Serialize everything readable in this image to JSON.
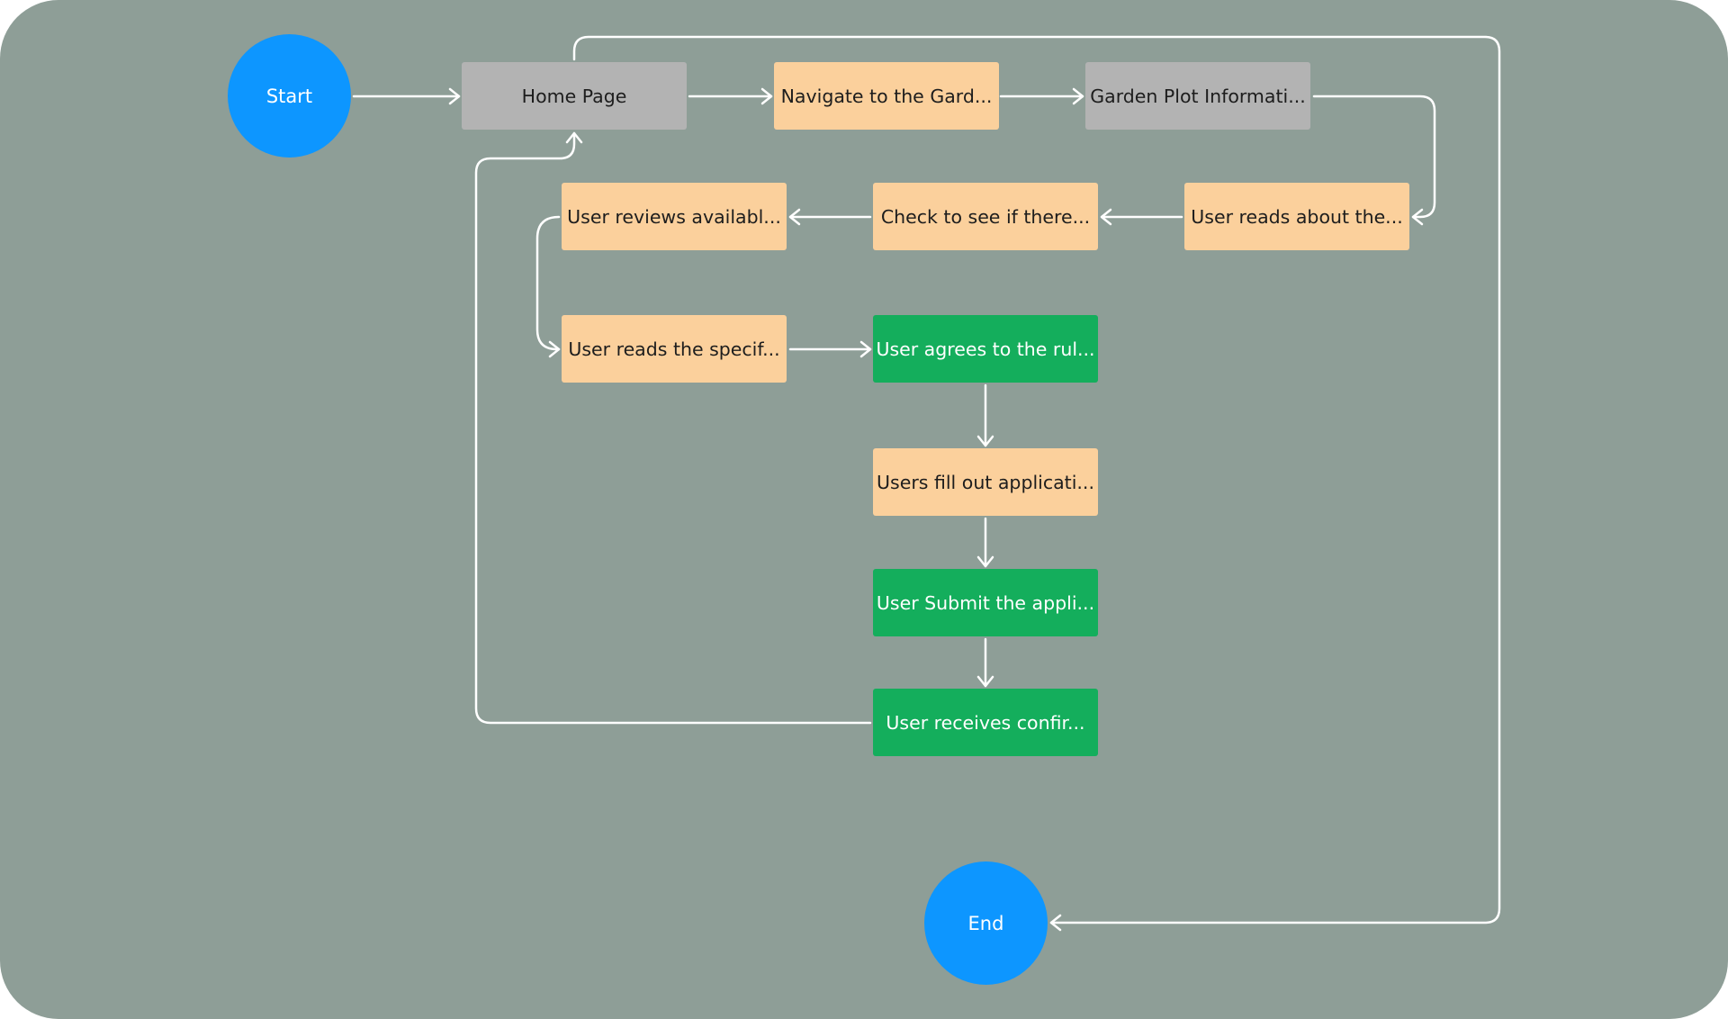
{
  "colors": {
    "background": "#8e9e97",
    "terminal": "#0d96ff",
    "gray_step": "#b3b3b3",
    "orange_step": "#fbd09c",
    "green_step": "#14ae5c",
    "connector": "#ffffff"
  },
  "nodes": {
    "start": "Start",
    "end": "End",
    "home": "Home Page",
    "navigate": "Navigate to the Gard...",
    "plot_info": "Garden Plot Informati...",
    "reads_about": "User reads about the...",
    "check": "Check to see if there...",
    "reviews": "User reviews availabl...",
    "reads_specific": "User reads the specif...",
    "agrees": "User agrees to the rul...",
    "fill_out": "Users fill out applicati...",
    "submit": "User Submit the appli...",
    "confirm": "User receives confir..."
  }
}
